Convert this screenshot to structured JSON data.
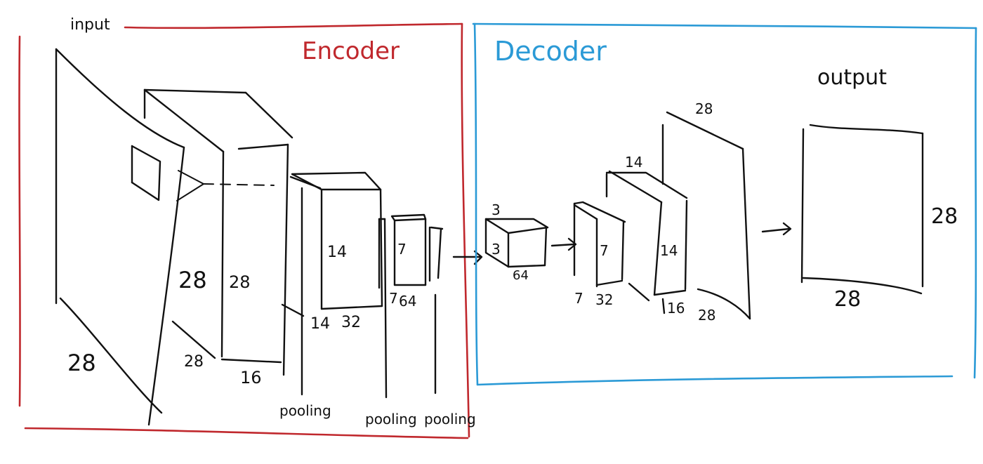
{
  "encoder": {
    "title": "Encoder",
    "title_color": "#c0282d",
    "frame_color": "#c0282d",
    "input_label": "input",
    "input_dims": [
      "28",
      "28"
    ],
    "conv1_dims": [
      "28",
      "28",
      "16"
    ],
    "conv1_fork_label": "14",
    "conv2_dims": [
      "14",
      "32"
    ],
    "conv3_dims": [
      "7",
      "7",
      "64"
    ],
    "pooling_labels": [
      "pooling",
      "pooling",
      "pooling"
    ]
  },
  "decoder": {
    "title": "Decoder",
    "title_color": "#2b9ad6",
    "frame_color": "#2b9ad6",
    "block1_dims": [
      "3",
      "3",
      "64"
    ],
    "block2_dims": [
      "7",
      "7",
      "32"
    ],
    "block3_dims": [
      "14",
      "14",
      "16"
    ],
    "block4_dims": [
      "28",
      "28"
    ],
    "output_label": "output",
    "output_dims": [
      "28",
      "28"
    ]
  }
}
